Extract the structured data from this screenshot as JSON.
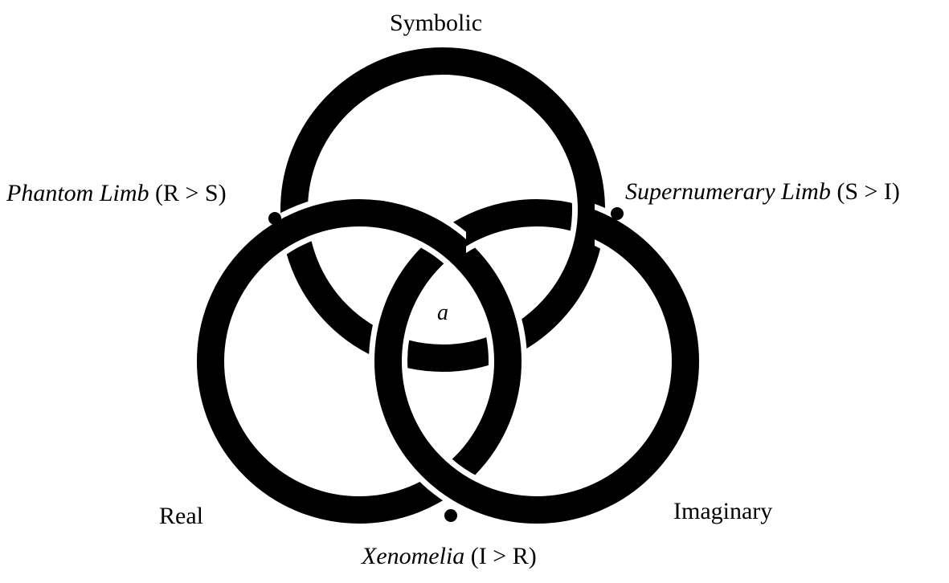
{
  "diagram": {
    "rings": [
      {
        "name": "Symbolic"
      },
      {
        "name": "Real"
      },
      {
        "name": "Imaginary"
      }
    ],
    "center_label": "a",
    "points": [
      {
        "term": "Phantom Limb",
        "relation": "(R > S)"
      },
      {
        "term": "Supernumerary Limb",
        "relation": "(S > I)"
      },
      {
        "term": "Xenomelia",
        "relation": "(I > R)"
      }
    ],
    "ring_color": "#000000",
    "background": "#ffffff"
  }
}
